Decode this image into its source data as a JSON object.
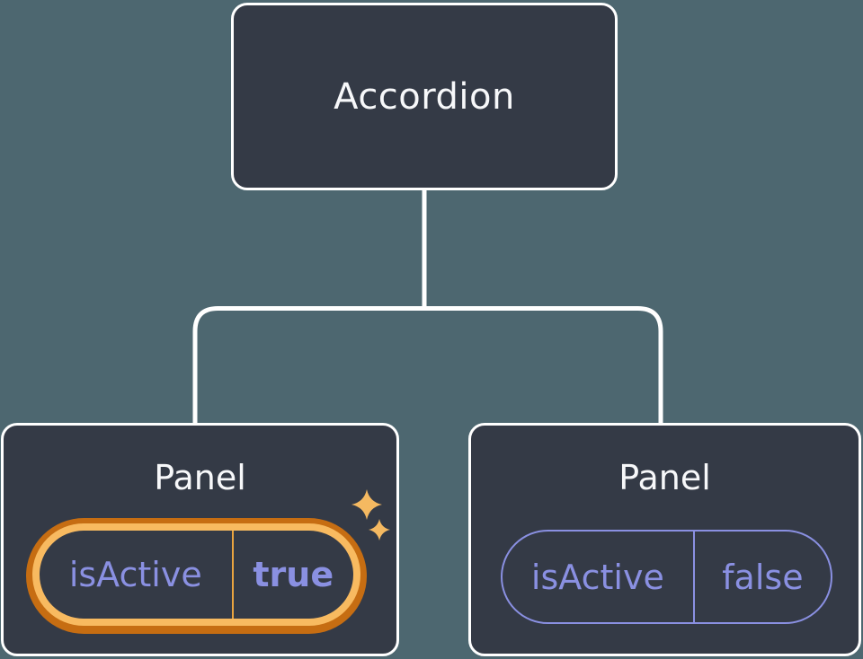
{
  "tree": {
    "root": {
      "label": "Accordion"
    },
    "children": [
      {
        "label": "Panel",
        "state_key": "isActive",
        "state_value": "true",
        "active": true
      },
      {
        "label": "Panel",
        "state_key": "isActive",
        "state_value": "false",
        "active": false
      }
    ]
  },
  "colors": {
    "background": "#4D6770",
    "node_fill": "#343A46",
    "node_border": "#FFFFFF",
    "title_text": "#F7F8FA",
    "state_text": "#8A90E2",
    "active_ring_outer": "#C66D12",
    "active_ring_inner": "#F8BA60",
    "active_divider": "#E9A440",
    "inactive_outline": "#8A90E2",
    "sparkle": "#F5B961",
    "connector": "#FFFFFF"
  },
  "icons": {
    "sparkle_large": "four-point-star",
    "sparkle_small": "four-point-star"
  }
}
